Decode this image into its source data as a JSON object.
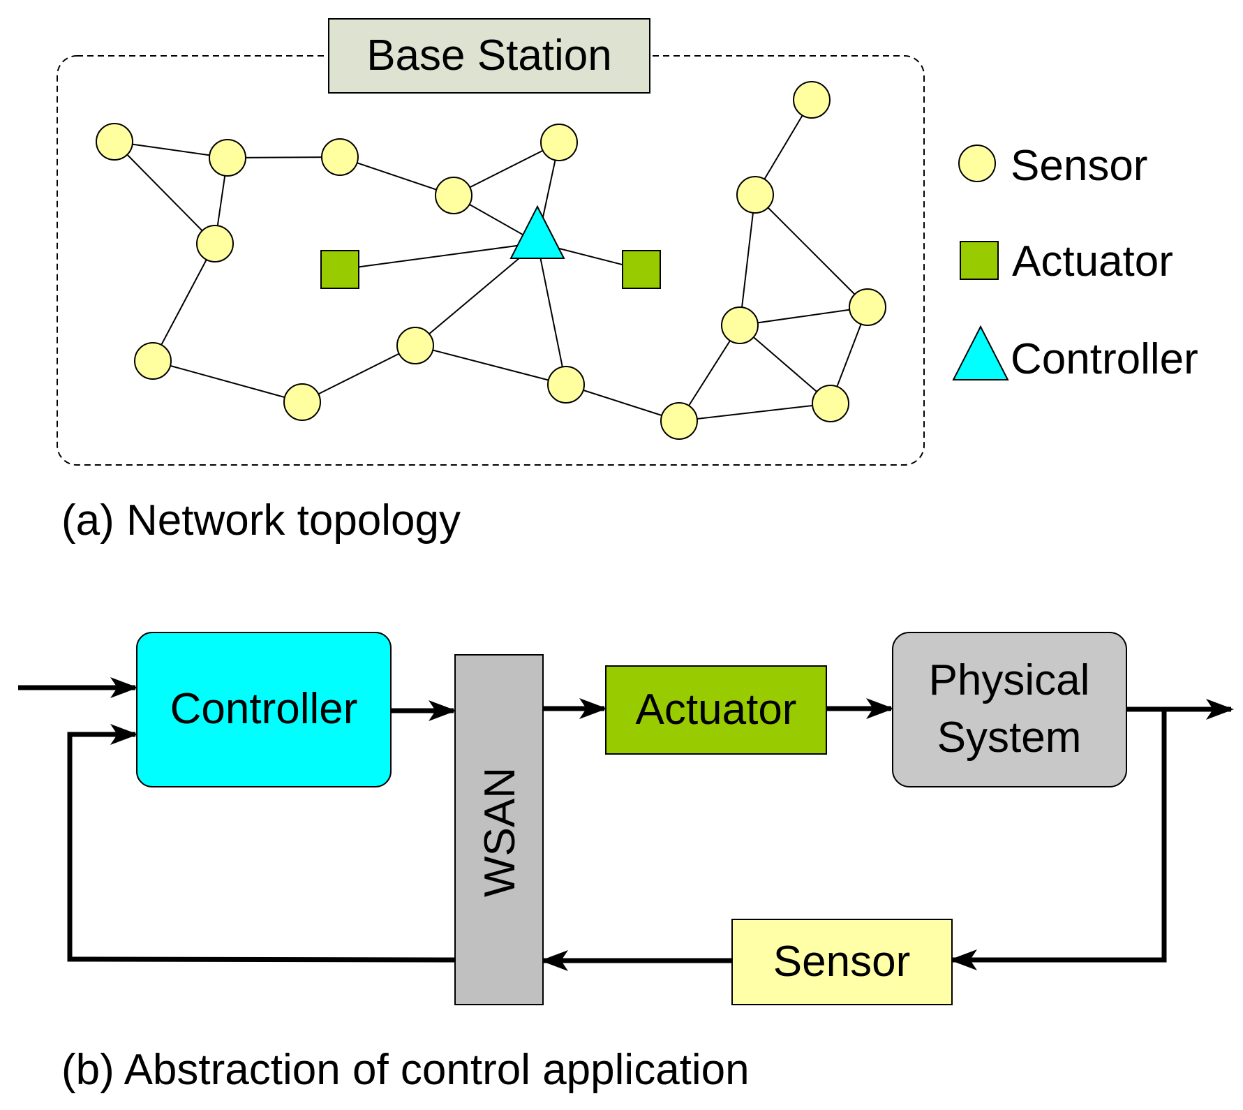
{
  "topology": {
    "base_station_label": "Base Station",
    "caption": "(a) Network topology",
    "legend": {
      "sensor_label": "Sensor",
      "actuator_label": "Actuator",
      "controller_label": "Controller"
    }
  },
  "control": {
    "caption": "(b) Abstraction of control application",
    "controller_label": "Controller",
    "wsan_label": "WSAN",
    "actuator_label": "Actuator",
    "physical_label_line1": "Physical",
    "physical_label_line2": "System",
    "sensor_label": "Sensor"
  },
  "colors": {
    "sensor": "#FFFFA0",
    "actuator": "#99CC00",
    "controller": "#00FFFF",
    "base_station": "#DDE3D0",
    "wsan": "#C0C0C0",
    "physical_system": "#C8C8C8",
    "sensor_block": "#FFFFA8"
  }
}
